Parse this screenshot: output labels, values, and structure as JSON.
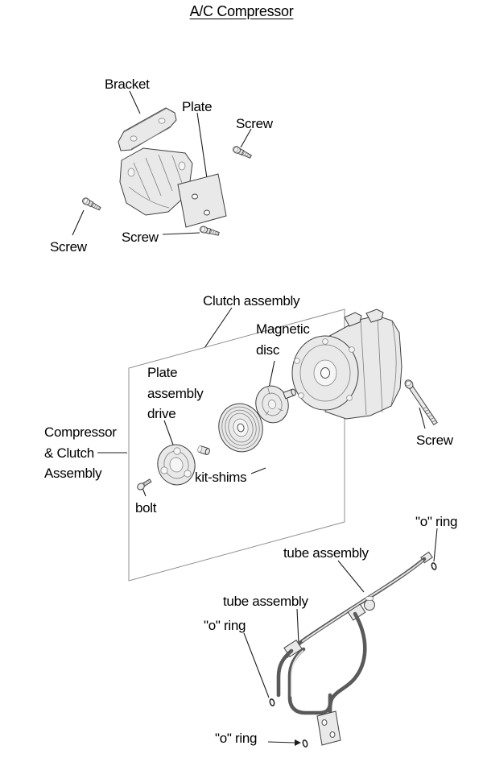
{
  "title": "A/C Compressor",
  "colors": {
    "ink": "#1d1d1d",
    "part_fill": "#e9e9e9",
    "background": "#ffffff"
  },
  "bracket_section": {
    "bracket": "Bracket",
    "plate": "Plate",
    "screw_top": "Screw",
    "screw_left": "Screw",
    "screw_middle": "Screw"
  },
  "clutch_section": {
    "clutch_assembly": "Clutch assembly",
    "magnetic_disc": "Magnetic\ndisc",
    "plate_assembly_drive": "Plate\nassembly\ndrive",
    "compressor_clutch_assembly": "Compressor\n& Clutch\nAssembly",
    "kit_shims": "kit-shims",
    "bolt": "bolt",
    "screw_right": "Screw"
  },
  "tube_section": {
    "o_ring_top": "\"o\" ring",
    "tube_assembly_right": "tube assembly",
    "tube_assembly_left": "tube assembly",
    "o_ring_middle": "\"o\" ring",
    "o_ring_bottom": "\"o\" ring"
  }
}
